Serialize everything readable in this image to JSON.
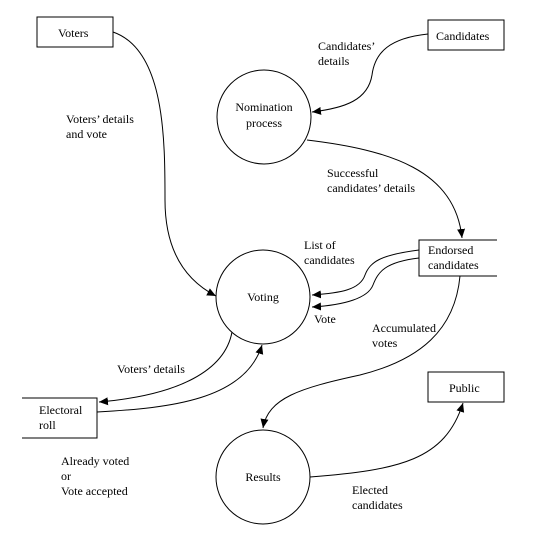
{
  "entities": {
    "voters": "Voters",
    "candidates": "Candidates",
    "public": "Public"
  },
  "processes": {
    "nomination_line1": "Nomination",
    "nomination_line2": "process",
    "voting": "Voting",
    "results": "Results"
  },
  "stores": {
    "endorsed_line1": "Endorsed",
    "endorsed_line2": "candidates",
    "electoral_line1": "Electoral",
    "electoral_line2": "roll"
  },
  "flows": {
    "candidates_details": "Candidates’\ndetails",
    "voters_details_and_vote": "Voters’ details\nand vote",
    "successful_candidates": "Successful\ncandidates’ details",
    "list_of_candidates": "List of\ncandidates",
    "vote": "Vote",
    "accumulated_votes": "Accumulated\nvotes",
    "voters_details": "Voters’ details",
    "already_voted": "Already voted\nor\nVote accepted",
    "elected_candidates": "Elected\ncandidates"
  }
}
